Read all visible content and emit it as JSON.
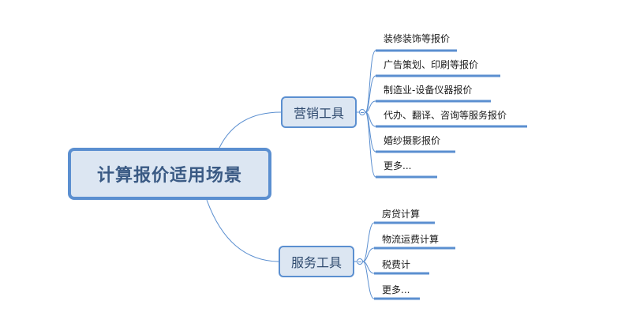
{
  "root": {
    "label": "计算报价适用场景"
  },
  "branches": [
    {
      "label": "营销工具",
      "children": [
        "装修装饰等报价",
        "广告策划、印刷等报价",
        "制造业-设备仪器报价",
        "代办、翻译、咨询等服务报价",
        "婚纱摄影报价",
        "更多..."
      ]
    },
    {
      "label": "服务工具",
      "children": [
        "房贷计算",
        "物流运费计算",
        "税费计",
        "更多..."
      ]
    }
  ],
  "colors": {
    "line": "#5b8fd0",
    "node_fill": "#dce6f2",
    "root_text": "#3a5a84"
  }
}
